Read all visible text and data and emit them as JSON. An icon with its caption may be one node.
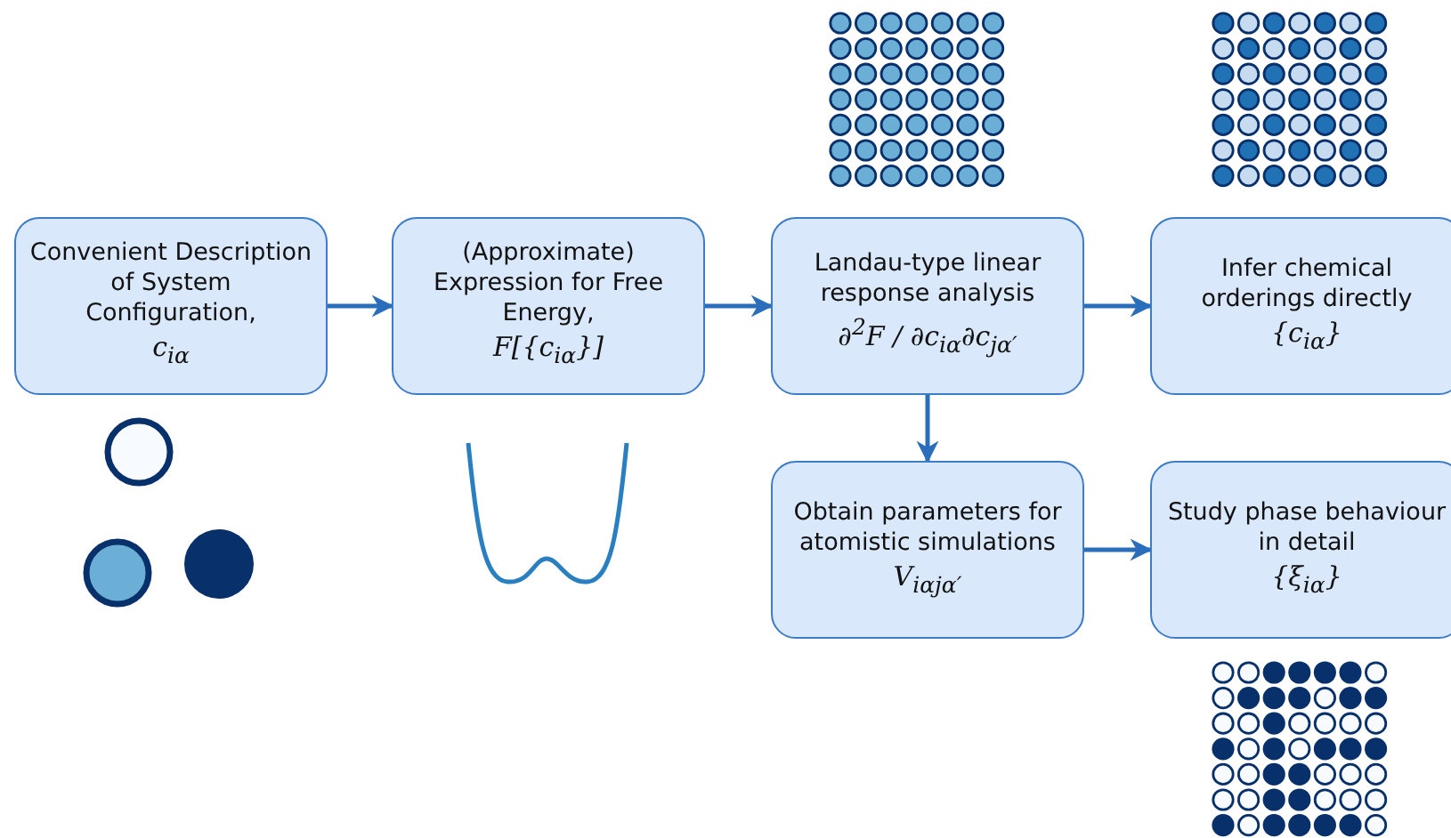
{
  "diagram": {
    "nodes": [
      {
        "text": [
          "Convenient Description of System Configuration,",
          "c$_{iα}$"
        ]
      },
      {
        "text": [
          "(Approximate) Expression for Free Energy,",
          "F[{c$_{iα}$}]"
        ]
      },
      {
        "text": [
          "Landau-type linear response analysis",
          "∂$^{2}$F / ∂c$_{iα}$∂c$_{jα′}$"
        ]
      },
      {
        "text": [
          "Infer chemical orderings directly",
          "{c$_{iα}$}"
        ]
      },
      {
        "text": [
          "Obtain parameters for atomistic simulations",
          "V$_{iαjα′}$"
        ]
      },
      {
        "text": [
          "Study phase behaviour in detail",
          "{ξ$_{iα}$}"
        ]
      }
    ],
    "edges": [
      {
        "from": 0,
        "to": 1,
        "arrow": "to"
      },
      {
        "from": 1,
        "to": 2,
        "arrow": "to"
      },
      {
        "from": 2,
        "to": 3,
        "arrow": "to"
      },
      {
        "from": 2,
        "to": 4,
        "arrow": "to"
      },
      {
        "from": 4,
        "to": 5,
        "arrow": "to"
      }
    ]
  }
}
